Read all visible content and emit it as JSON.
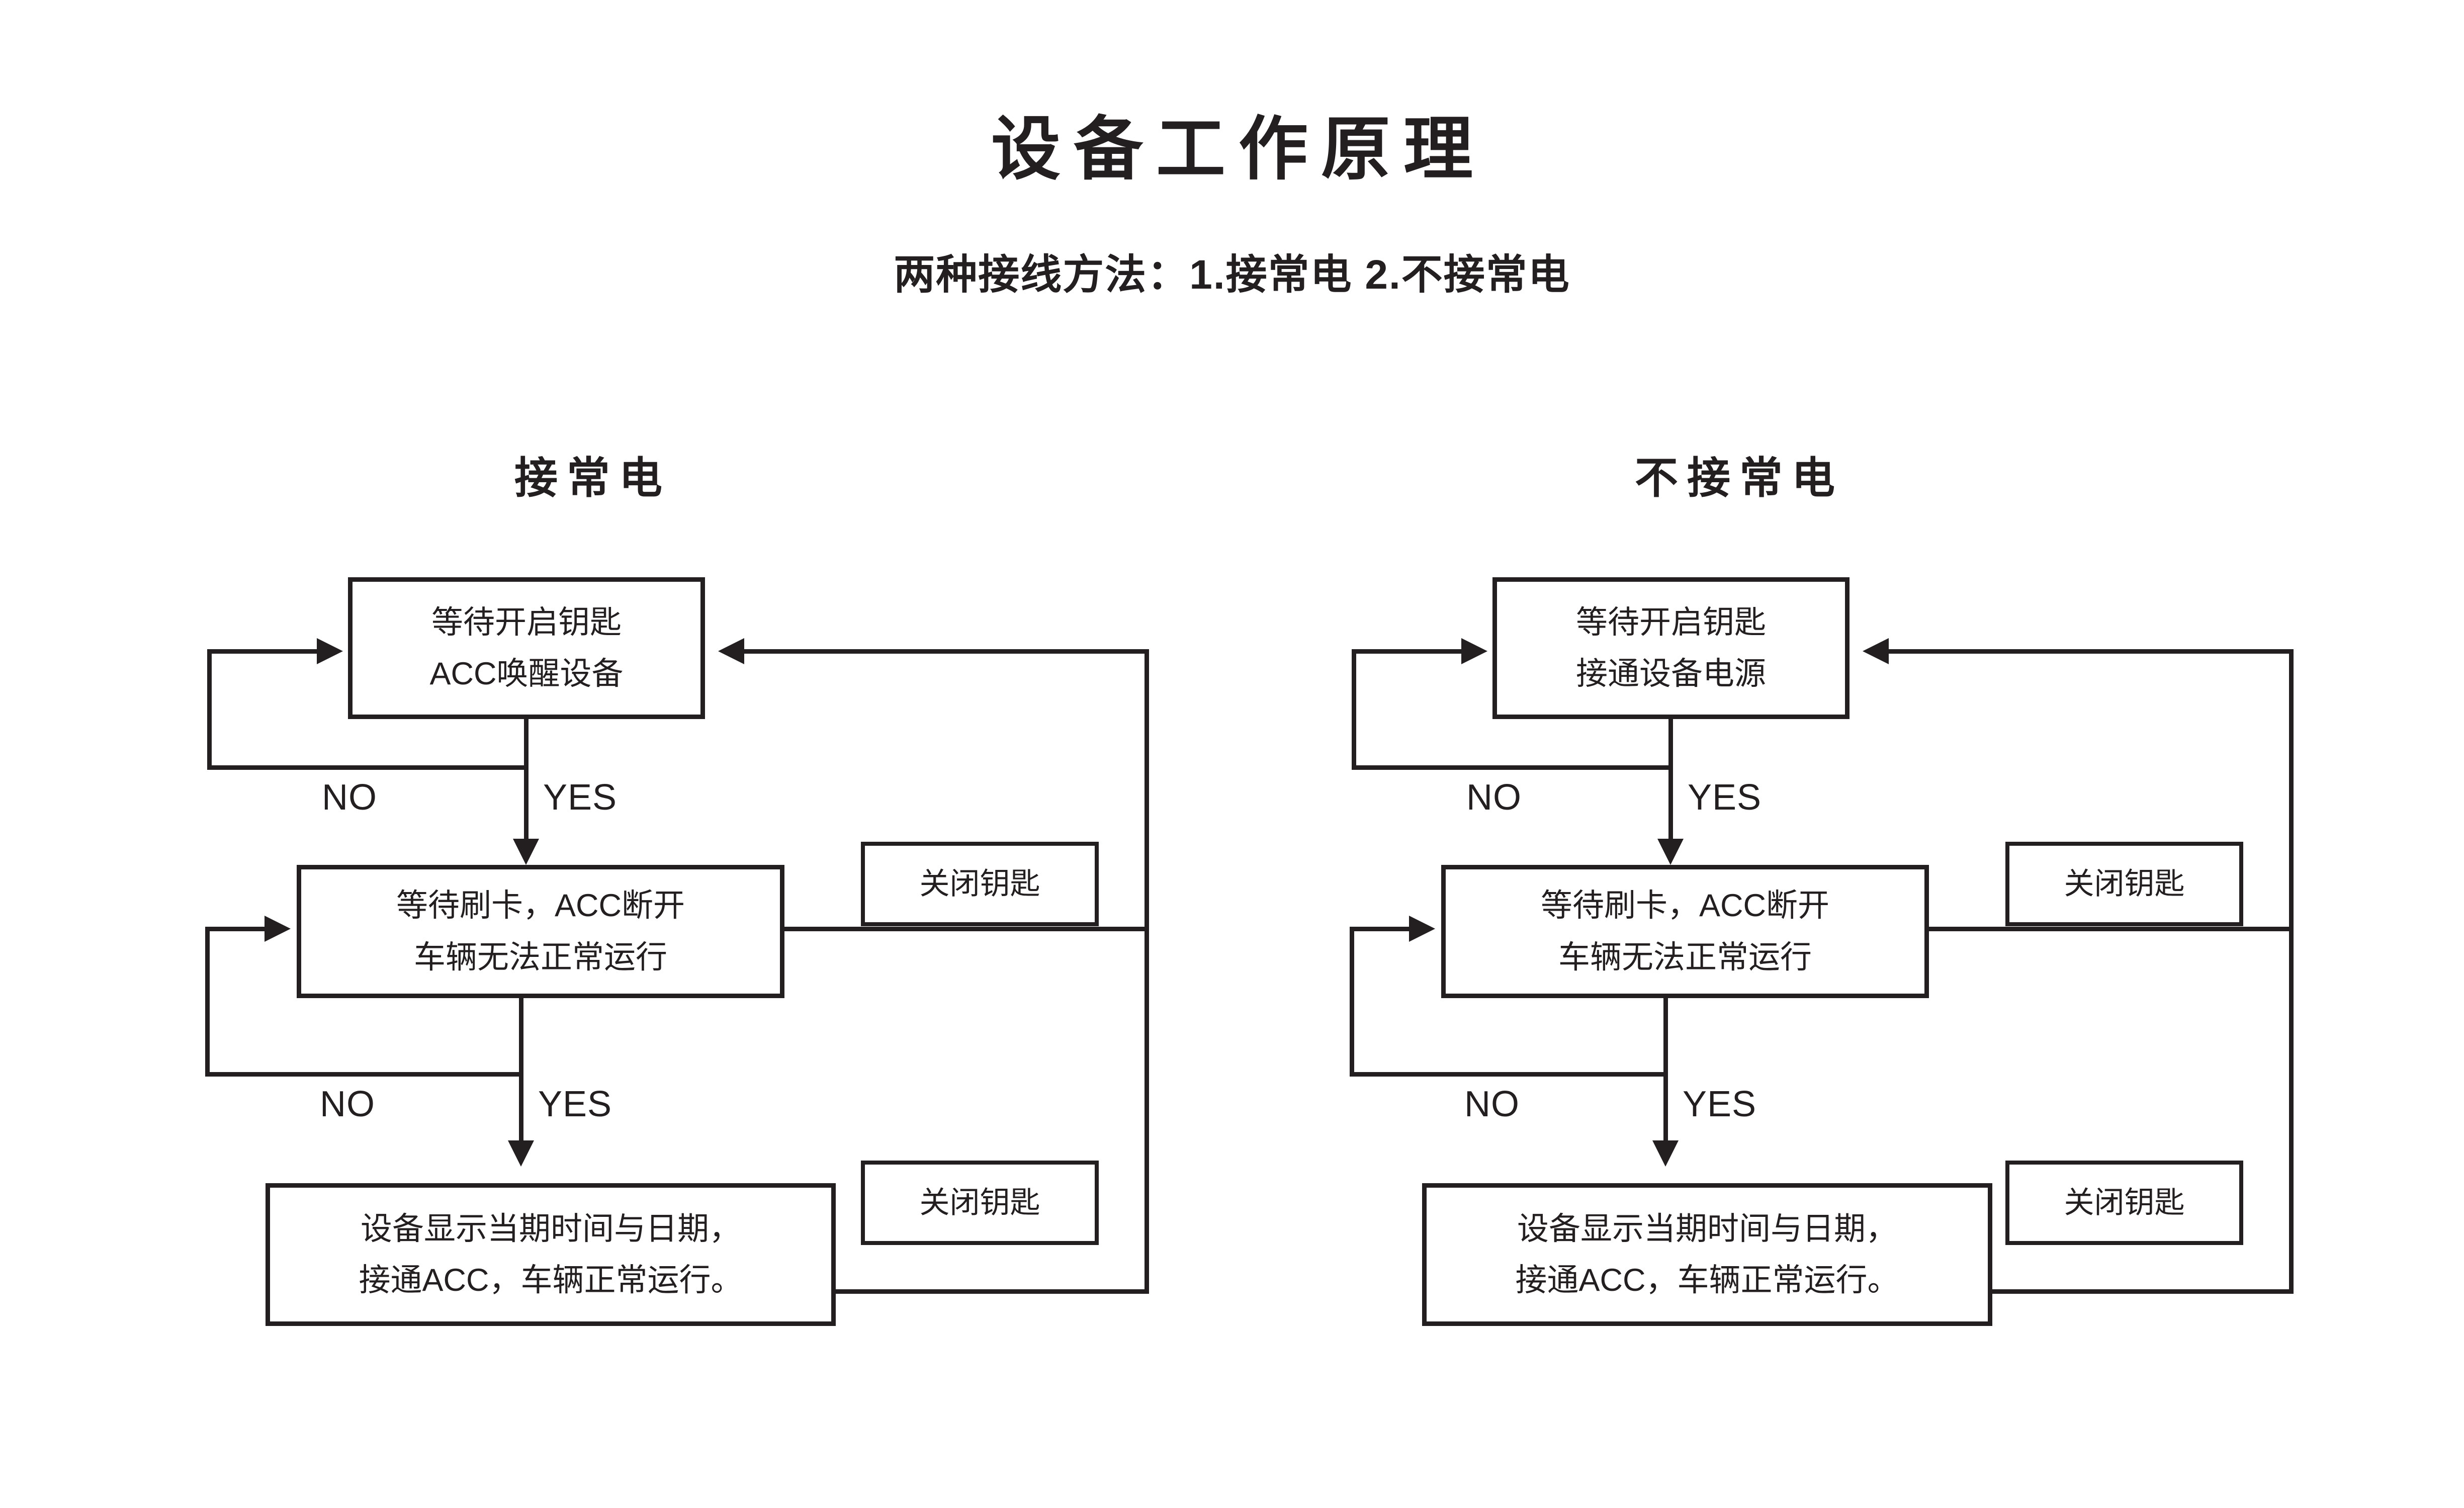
{
  "page": {
    "title": "设备工作原理",
    "subtitle": "两种接线方法：1.接常电 2.不接常电",
    "background_color": "#ffffff",
    "ink_color": "#231f20"
  },
  "diagram": {
    "type": "flowchart",
    "columns": [
      {
        "id": "with-constant-power",
        "heading": "接常电",
        "nodes": [
          {
            "id": "left-node-1",
            "lines": [
              "等待开启钥匙",
              "ACC唤醒设备"
            ]
          },
          {
            "id": "left-node-2",
            "lines": [
              "等待刷卡，ACC断开",
              "车辆无法正常运行"
            ]
          },
          {
            "id": "left-node-3",
            "lines": [
              "设备显示当期时间与日期，",
              "接通ACC，车辆正常运行。"
            ]
          }
        ],
        "side_notes": [
          {
            "id": "left-note-1",
            "label": "关闭钥匙"
          },
          {
            "id": "left-note-2",
            "label": "关闭钥匙"
          }
        ],
        "branch_labels": [
          {
            "id": "left-no-1",
            "text": "NO"
          },
          {
            "id": "left-yes-1",
            "text": "YES"
          },
          {
            "id": "left-no-2",
            "text": "NO"
          },
          {
            "id": "left-yes-2",
            "text": "YES"
          }
        ]
      },
      {
        "id": "without-constant-power",
        "heading": "不接常电",
        "nodes": [
          {
            "id": "right-node-1",
            "lines": [
              "等待开启钥匙",
              "接通设备电源"
            ]
          },
          {
            "id": "right-node-2",
            "lines": [
              "等待刷卡，ACC断开",
              "车辆无法正常运行"
            ]
          },
          {
            "id": "right-node-3",
            "lines": [
              "设备显示当期时间与日期，",
              "接通ACC，车辆正常运行。"
            ]
          }
        ],
        "side_notes": [
          {
            "id": "right-note-1",
            "label": "关闭钥匙"
          },
          {
            "id": "right-note-2",
            "label": "关闭钥匙"
          }
        ],
        "branch_labels": [
          {
            "id": "right-no-1",
            "text": "NO"
          },
          {
            "id": "right-yes-1",
            "text": "YES"
          },
          {
            "id": "right-no-2",
            "text": "NO"
          },
          {
            "id": "right-yes-2",
            "text": "YES"
          }
        ]
      }
    ]
  }
}
